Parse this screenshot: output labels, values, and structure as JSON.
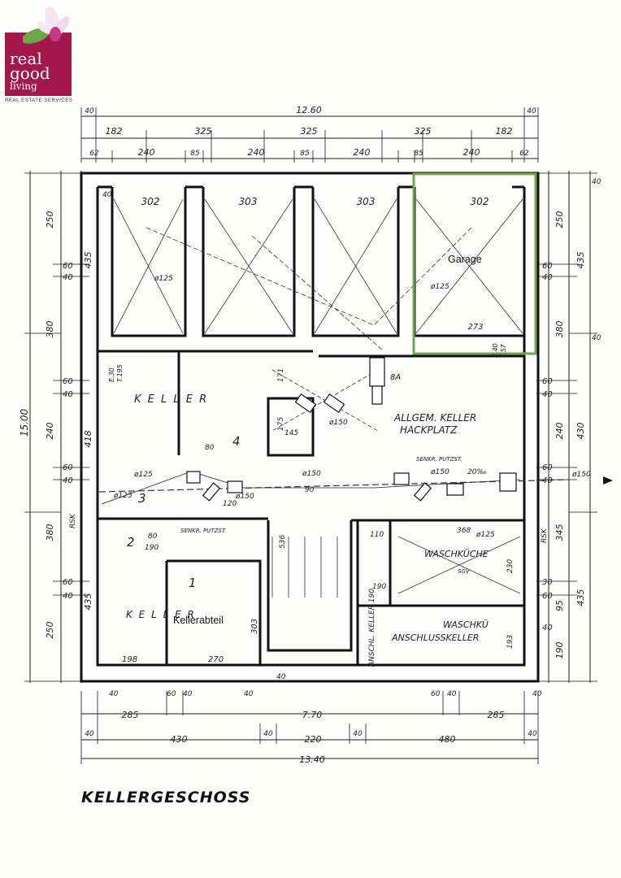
{
  "logo": {
    "line1": "real",
    "line2": "good",
    "line3": "living",
    "tagline": "REAL ESTATE SERVICES",
    "brand_color": "#a3184a",
    "icon": "orchid-flower-icon"
  },
  "title": "KELLERGESCHOSS",
  "overlay_labels": {
    "garage": "Garage",
    "kellerabteil": "Kellerabteil"
  },
  "highlight_color": "#6aad47",
  "dims_top": {
    "total": "12.60",
    "edge_left": "40",
    "edge_right": "40",
    "row2": [
      "182",
      "325",
      "325",
      "325",
      "182"
    ],
    "row3": [
      "62",
      "240",
      "85",
      "240",
      "85",
      "240",
      "85",
      "240",
      "62"
    ]
  },
  "dims_bottom": {
    "row1": [
      "285",
      "7.70",
      "285"
    ],
    "row2": [
      "40",
      "430",
      "40",
      "220",
      "40",
      "480",
      "40"
    ],
    "total": "13.40",
    "ticks_left": [
      "40",
      "60",
      "40",
      "40"
    ],
    "ticks_right": [
      "60",
      "40",
      "40"
    ]
  },
  "dims_left": {
    "total": "15.00",
    "outer": [
      "250",
      "380",
      "240",
      "380",
      "250"
    ],
    "inner": [
      "435",
      "418",
      "435"
    ],
    "ticks": [
      "40",
      "60",
      "40",
      "60",
      "40",
      "60",
      "40",
      "60",
      "40"
    ]
  },
  "dims_right": {
    "outer": [
      "250",
      "380",
      "240",
      "345",
      "95",
      "190"
    ],
    "inner": [
      "435",
      "430",
      "435"
    ],
    "ticks": [
      "40",
      "60",
      "40",
      "60",
      "40",
      "60",
      "40",
      "30",
      "60",
      "40",
      "40"
    ]
  },
  "rooms": {
    "r1": "302",
    "r2": "303",
    "r3": "303",
    "r4": "302",
    "r4_bottom": "273",
    "keller": "K E L L E R",
    "room4": "4",
    "room3": "3",
    "room2": "2",
    "room1": "1",
    "keller_bottom": "K E L L E R",
    "allgem1": "ALLGEM. KELLER",
    "allgem2": "HACKPLATZ",
    "wasch": "WASCHKÜCHE",
    "waschku1": "WASCHKÜ",
    "waschku2": "ANSCHLUSSKELLER",
    "anschl": "ANSCHL. KELLER 190",
    "senk1": "SENKR. PUTZST.",
    "senk2": "SENKR. PUTZST."
  },
  "misc": [
    "ø125",
    "ø125",
    "ø150",
    "ø150",
    "ø150",
    "ø125",
    "ø125",
    "ø125",
    "ø150",
    "20‰",
    "ø150",
    "8A",
    "RSK",
    "RSK",
    "SGV",
    "175",
    "145",
    "171",
    "90",
    "80",
    "80",
    "190",
    "190",
    "120",
    "110",
    "230",
    "193",
    "198",
    "270",
    "303",
    "368",
    "536",
    "40",
    "E.30",
    "T.195",
    "E.40",
    "T.57"
  ]
}
